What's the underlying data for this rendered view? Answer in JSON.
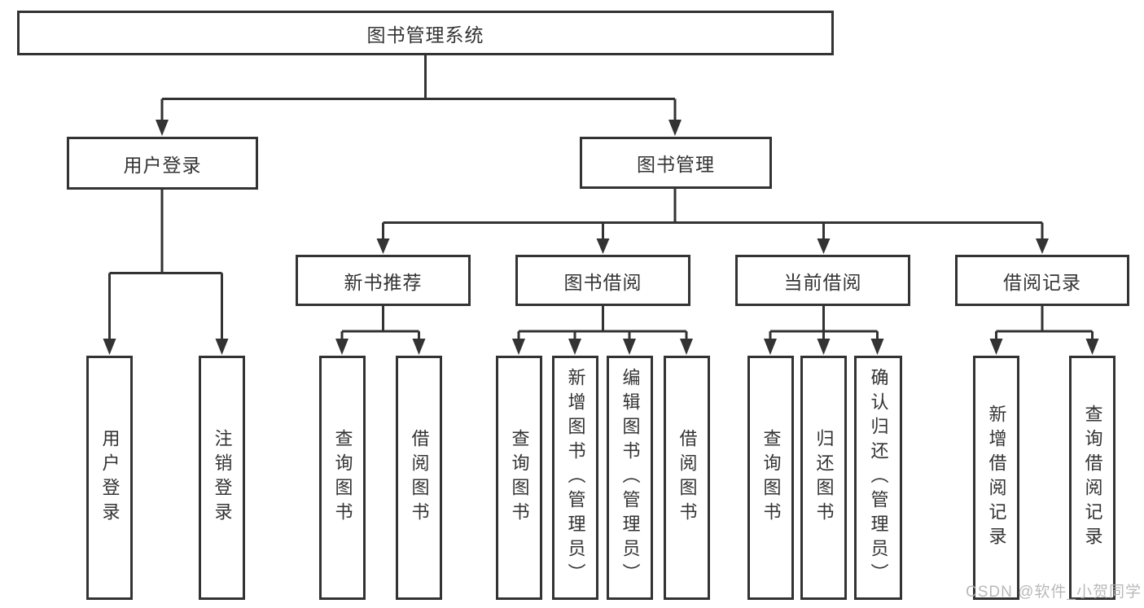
{
  "diagram": {
    "root": {
      "label": "图书管理系统"
    },
    "branches": [
      {
        "label": "用户登录",
        "children": [
          {
            "label": "用户登录"
          },
          {
            "label": "注销登录"
          }
        ]
      },
      {
        "label": "图书管理",
        "groups": [
          {
            "label": "新书推荐",
            "children": [
              {
                "label": "查询图书"
              },
              {
                "label": "借阅图书"
              }
            ]
          },
          {
            "label": "图书借阅",
            "children": [
              {
                "label": "查询图书"
              },
              {
                "label": "新增图书（管理员）"
              },
              {
                "label": "编辑图书（管理员）"
              },
              {
                "label": "借阅图书"
              }
            ]
          },
          {
            "label": "当前借阅",
            "children": [
              {
                "label": "查询图书"
              },
              {
                "label": "归还图书"
              },
              {
                "label": "确认归还（管理员）"
              }
            ]
          },
          {
            "label": "借阅记录",
            "children": [
              {
                "label": "新增借阅记录"
              },
              {
                "label": "查询借阅记录"
              }
            ]
          }
        ]
      }
    ]
  },
  "watermark": {
    "text": "CSDN @软件_小贺同学"
  },
  "colors": {
    "line": "#333333",
    "text": "#333333",
    "background": "#ffffff",
    "watermark": "#b2b2b2"
  }
}
